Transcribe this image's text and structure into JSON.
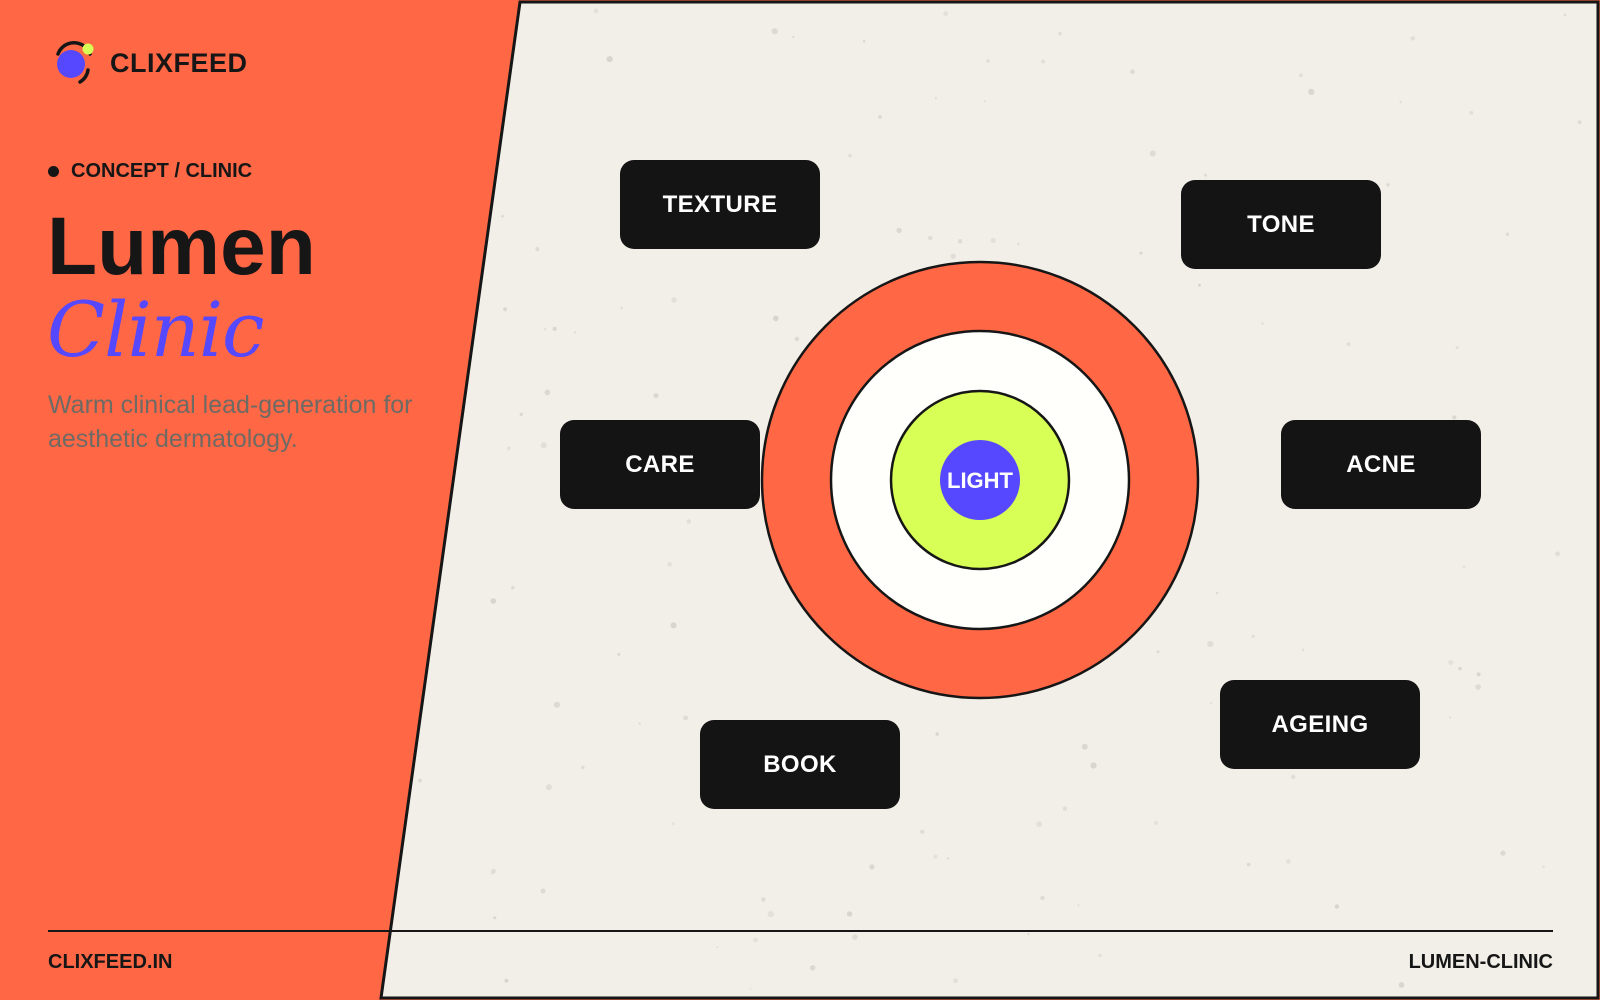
{
  "brand": {
    "name": "CLIXFEED",
    "logo_icon": "orbit-dot-logo-icon"
  },
  "hero": {
    "kicker": "CONCEPT / CLINIC",
    "title_line1": "Lumen",
    "title_line2": "Clinic",
    "subtitle": "Warm clinical lead-generation for aesthetic dermatology."
  },
  "target": {
    "center_label": "LIGHT"
  },
  "chips": {
    "texture": "TEXTURE",
    "tone": "TONE",
    "care": "CARE",
    "acne": "ACNE",
    "book": "BOOK",
    "ageing": "AGEING"
  },
  "footer": {
    "left": "CLIXFEED.IN",
    "right": "LUMEN-CLINIC"
  },
  "colors": {
    "coral": "#ff6745",
    "cream": "#f1efe8",
    "ink": "#141414",
    "violet": "#5548ff",
    "lime": "#d7ff55",
    "white": "#fffffb"
  }
}
